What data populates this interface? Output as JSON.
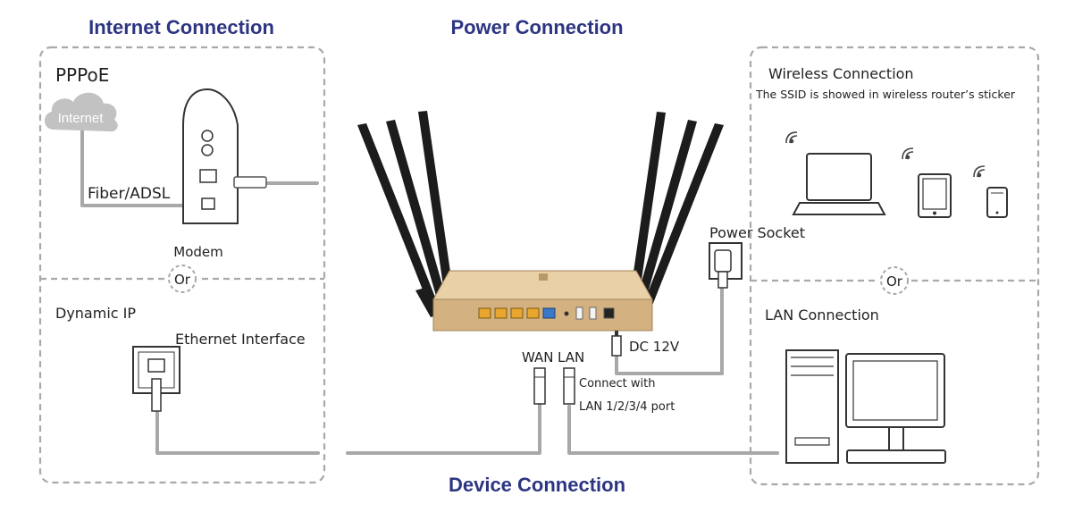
{
  "headers": {
    "internet": "Internet Connection",
    "power": "Power Connection",
    "device": "Device Connection"
  },
  "internet": {
    "pppoe": "PPPoE",
    "cloud": "Internet",
    "fiber": "Fiber/ADSL",
    "modem": "Modem",
    "or": "Or",
    "dynamic_ip": "Dynamic IP",
    "ethernet_interface": "Ethernet Interface"
  },
  "power": {
    "socket": "Power Socket",
    "dc": "DC 12V"
  },
  "device": {
    "wan": "WAN",
    "lan": "LAN",
    "connect_with": "Connect with",
    "lan_ports": "LAN 1/2/3/4 port"
  },
  "wireless": {
    "title": "Wireless Connection",
    "ssid_note": "The SSID is showed in wireless router’s sticker",
    "or": "Or",
    "lan_connection": "LAN Connection"
  },
  "colors": {
    "header": "#2d3582",
    "dashed_border": "#a9a9a9",
    "cable": "#a8a8a8",
    "router_body": "#d9b98a",
    "lan_port": "#e8a62e",
    "wan_port": "#3a78c8"
  }
}
